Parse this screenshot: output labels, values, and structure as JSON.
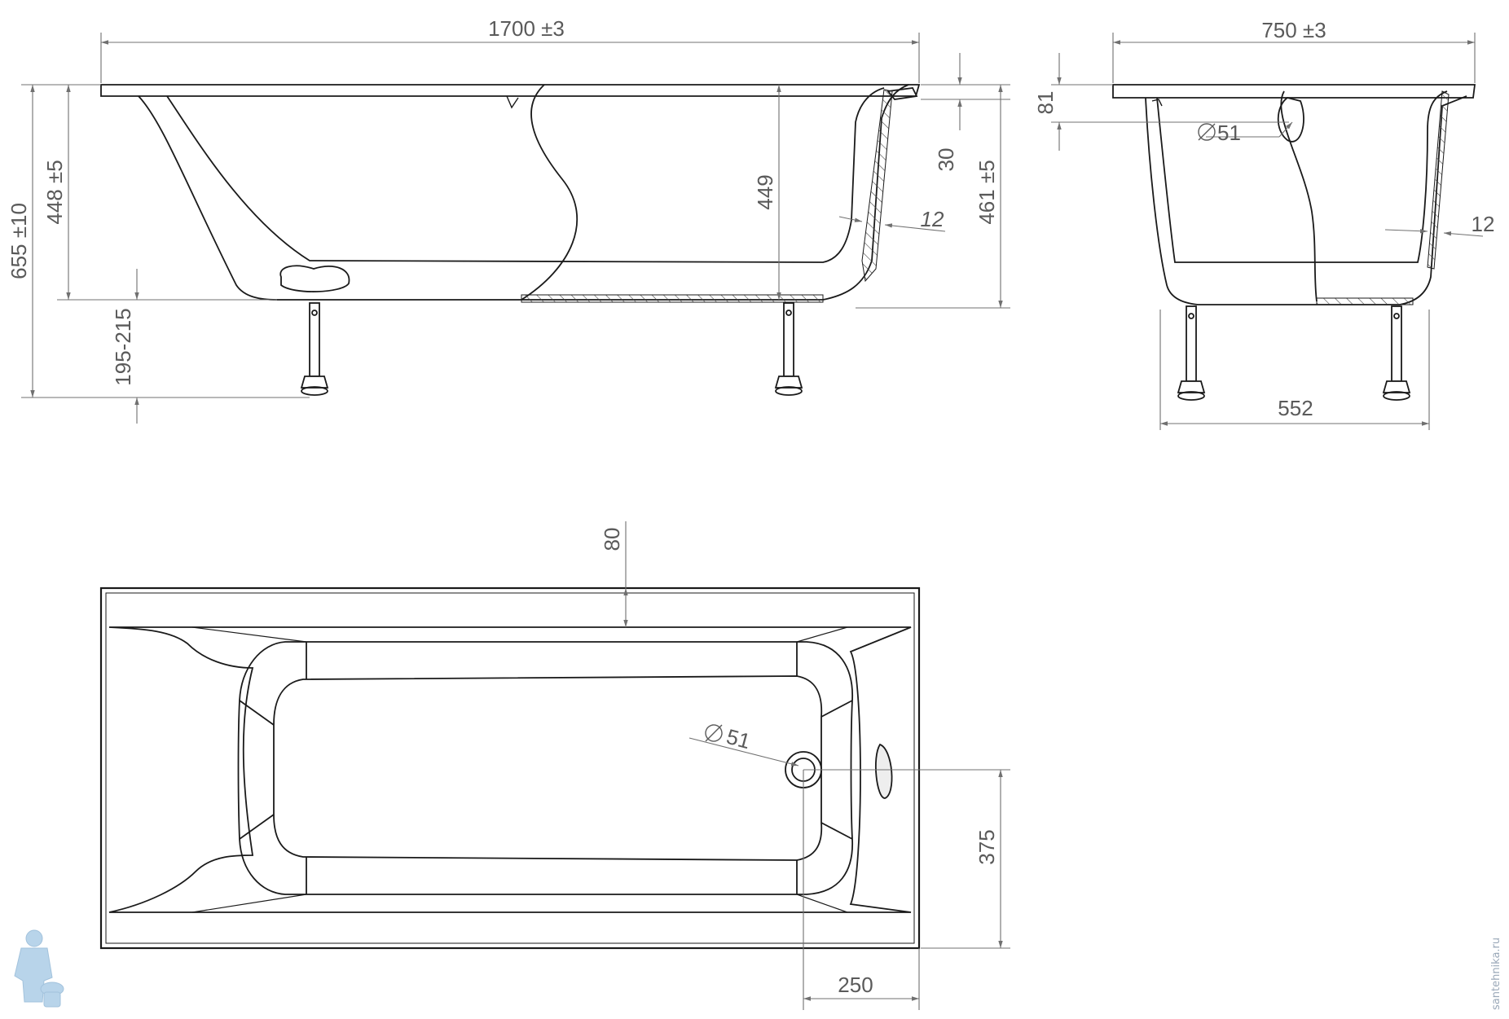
{
  "side_view": {
    "length": "1700 ±3",
    "overall_height": "655 ±10",
    "inner_depth_tol": "448 ±5",
    "inner_depth": "449",
    "rim_height": "30",
    "total_depth": "461 ±5",
    "wall": "12",
    "leg_range": "195-215"
  },
  "end_view": {
    "width": "750 ±3",
    "overflow_height": "81",
    "overflow_diameter": "51",
    "wall": "12",
    "leg_spacing": "552"
  },
  "top_view": {
    "rim": "80",
    "drain_diameter": "51",
    "drain_offset_y": "375",
    "drain_offset_x": "250"
  },
  "watermark": "santehnika.ru",
  "colors": {
    "line": "#1a1a1a",
    "dimension": "#707070",
    "hatch": "#444444",
    "mascot": "#b8d4ea"
  }
}
